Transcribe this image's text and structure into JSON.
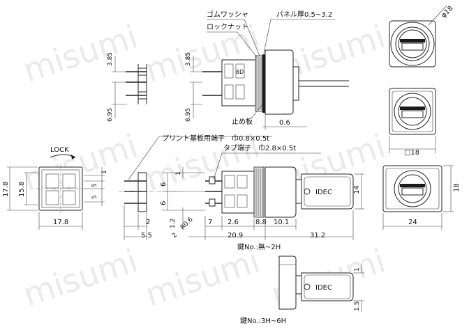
{
  "watermark": "misumi",
  "labels": {
    "rubber_washer": "ゴムワッシャ",
    "panel_thickness": "パネル厚0.5~3.2",
    "lock_nut": "ロックナット",
    "stop_plate": "止め板",
    "pcb_terminal": "プリント基板用端子　巾0.8×0.5t",
    "tab_terminal": "タブ端子　巾2.8×0.5t",
    "lock": "LOCK",
    "key_none_2h": "鍵No.:無~2H",
    "key_3h_6h": "鍵No.:3H~6H",
    "key_brand": "IDEC",
    "key_brand_lower": "IDEC"
  },
  "dims": {
    "d_3_85_a": "3.85",
    "d_6_95_a": "6.95",
    "d_3_85_b": "3.85",
    "d_6_95_b": "6.95",
    "d_0_6": "0.6",
    "phi_18": "φ18",
    "sq_18": "□18",
    "d_17_8_h": "17.8",
    "d_15_8": "15.8",
    "d_17_8_w": "17.8",
    "d_1": "1",
    "d_5_a": "5",
    "d_5_b": "5",
    "d_2": "2",
    "d_5_5": "5.5",
    "d_6_a": "6",
    "d_6_b": "6",
    "d_1_2": "1.2",
    "d_r0_6": "R0.6",
    "d_2_b": "2",
    "d_7": "7",
    "d_2_6": "2.6",
    "d_8_8": "8.8",
    "d_10_1": "10.1",
    "d_20_9": "20.9",
    "d_31_2": "31.2",
    "d_14": "14",
    "d_18_r": "18",
    "d_24": "24",
    "d_1_lower": "1",
    "d_1_5": "1.5"
  }
}
